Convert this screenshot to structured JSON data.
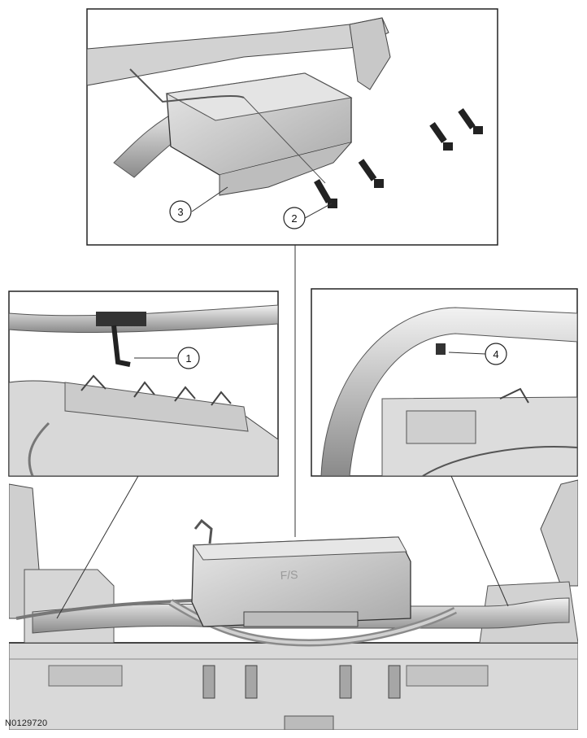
{
  "callouts": {
    "c1": "1",
    "c2": "2",
    "c3": "3",
    "c4": "4"
  },
  "figure_id": "N0129720",
  "colors": {
    "panel_border": "#222222",
    "part_fill": "#cfcfcf",
    "part_dark": "#8c8c8c",
    "part_light": "#ececec",
    "leader": "#333333"
  }
}
